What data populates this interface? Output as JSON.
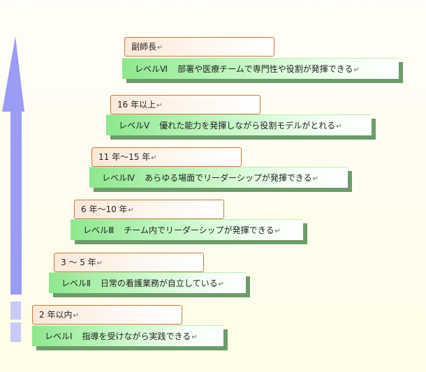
{
  "levels": [
    {
      "tag": "2 年以内",
      "level": "レベルⅠ",
      "desc": "指導を受けながら実践できる"
    },
    {
      "tag": "3 ～ 5 年",
      "level": "レベルⅡ",
      "desc": "日常の看護業務が自立している"
    },
    {
      "tag": "6 年～10 年",
      "level": "レベルⅢ",
      "desc": "チーム内でリーダーシップが発揮できる"
    },
    {
      "tag": "11 年～15 年",
      "level": "レベルⅣ",
      "desc": "あらゆる場面でリーダーシップが発揮できる"
    },
    {
      "tag": "16 年以上",
      "level": "レベルⅤ",
      "desc": "優れた能力を発揮しながら役割モデルがとれる"
    },
    {
      "tag": "副師長",
      "level": "レベルⅥ",
      "desc": "部署や医療チームで専門性や役割が発揮できる"
    }
  ],
  "return_mark": "↵",
  "colors": {
    "arrow": "#9a9cf6",
    "tag_border": "#c87a35",
    "bar_shadow": "#6c9c6a"
  }
}
